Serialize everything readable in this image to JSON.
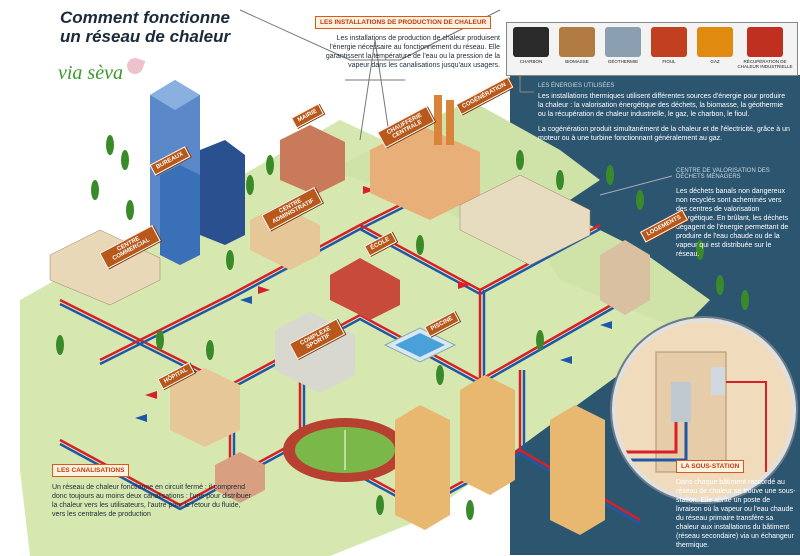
{
  "title": {
    "line1": "Comment fonctionne",
    "line2": "un réseau de chaleur"
  },
  "logo": {
    "text": "via sèva"
  },
  "production": {
    "header": "LES INSTALLATIONS DE PRODUCTION DE CHALEUR",
    "text": "Les installations de production de chaleur produisent l'énergie nécessaire au fonctionnement du réseau. Elle garantissent la température de l'eau ou la pression de la vapeur dans les canalisations jusqu'aux usagers."
  },
  "energies": {
    "items": [
      {
        "label": "CHARBON",
        "icon": "coal-icon",
        "color": "#2a2a2a"
      },
      {
        "label": "BIOMASSE",
        "icon": "biomass-icon",
        "color": "#b07a40"
      },
      {
        "label": "GÉOTHERMIE",
        "icon": "geothermal-icon",
        "color": "#8aa0b0"
      },
      {
        "label": "FIOUL",
        "icon": "fuel-oil-icon",
        "color": "#c04020"
      },
      {
        "label": "GAZ",
        "icon": "gas-flame-icon",
        "color": "#e08a10"
      },
      {
        "label": "RÉCUPÉRATION DE CHALEUR INDUSTRIELLE",
        "icon": "industrial-heat-icon",
        "color": "#c03020"
      }
    ],
    "section_label": "LES ÉNERGIES UTILISÉES",
    "text": "Les installations thermiques utilisent différentes sources d'énergie pour produire la chaleur : la valorisation énergétique des déchets, la biomasse, la géothermie ou la récupération de chaleur industrielle, le gaz, le charbon, le fioul.",
    "cogeneration_text": "La cogénération produit simultanément de la chaleur et de l'électricité, grâce à un moteur ou à une turbine fonctionnant généralement au gaz."
  },
  "waste_plant": {
    "section_label": "CENTRE DE VALORISATION DES DÉCHETS MÉNAGERS",
    "text": "Les déchets banals non dangereux non recyclés sont acheminés vers des centres de valorisation énergétique. En brûlant, les déchets dégagent de l'énergie permettant de produire de l'eau chaude ou de la vapeur qui est distribuée sur le réseau."
  },
  "pipes": {
    "header": "LES CANALISATIONS",
    "text": "Un réseau de chaleur fonctionne en circuit fermé : il comprend donc toujours au moins deux canalisations : l'une pour distribuer la chaleur vers les utilisateurs, l'autre pour le retour du fluide, vers les centrales de production"
  },
  "substation": {
    "header": "LA SOUS-STATION",
    "text": "Dans chaque bâtiment raccordé au réseau de chaleur se trouve une sous-station. Elle abrite un poste de livraison où la vapeur ou l'eau chaude du réseau primaire transfère sa chaleur aux installations du bâtiment (réseau secondaire) via un échangeur thermique."
  },
  "signs": {
    "bureaux": "BUREAUX",
    "mairie": "MAIRIE",
    "chaufferie": "CHAUFFERIE CENTRALE",
    "cogeneration": "COGÉNÉRATION",
    "centre_commercial": "CENTRE COMMERCIAL",
    "centre_administratif": "CENTRE ADMINISTRATIF",
    "ecole": "ÉCOLE",
    "logements": "LOGEMENTS",
    "complexe_sportif": "COMPLEXE SPORTIF",
    "piscine": "PISCINE",
    "hopital": "HÔPITAL"
  },
  "colors": {
    "panel": "#2c5570",
    "hot_pipe": "#d8202a",
    "cold_pipe": "#1f58a8",
    "accent": "#d85a1a",
    "ground": "#cfe3a8"
  }
}
